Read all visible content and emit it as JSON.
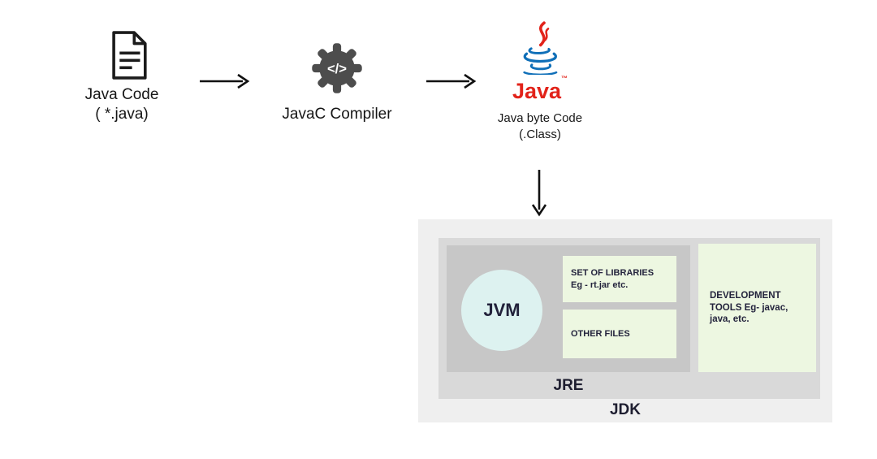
{
  "flow": {
    "source": {
      "title": "Java Code",
      "subtitle": "( *.java)"
    },
    "compiler": {
      "title": "JavaC Compiler",
      "icon_glyph": "</>"
    },
    "bytecode": {
      "title": "Java byte Code",
      "subtitle": "(.Class)",
      "logo_wordmark": "Java",
      "logo_trademark": "™"
    }
  },
  "jdk": {
    "label": "JDK",
    "jre": {
      "label": "JRE",
      "jvm_label": "JVM",
      "libraries_line1": "SET OF LIBRARIES",
      "libraries_line2": "Eg - rt.jar etc.",
      "other_files": "OTHER FILES"
    },
    "dev_tools": "DEVELOPMENT TOOLS Eg- javac, java, etc."
  },
  "colors": {
    "jdk_bg": "#efefef",
    "jre_bg": "#d9d9d9",
    "jvm_panel_bg": "#c7c7c7",
    "jvm_circle_bg": "#ddf2f0",
    "green_box_bg": "#edf7e1",
    "java_red": "#e2231a",
    "java_blue": "#0f6fb8",
    "gear_gray": "#4d4d4d",
    "text_dark": "#1c1c2e"
  }
}
